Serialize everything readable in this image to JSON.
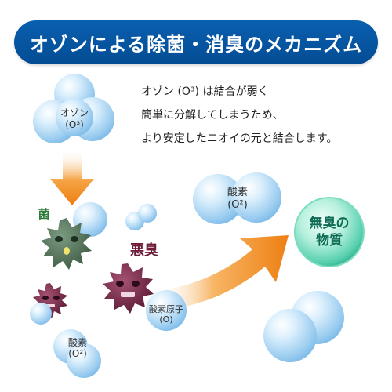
{
  "title": "オゾンによる除菌・消臭のメカニズム",
  "description": [
    "オゾン (O³) は結合が弱く",
    "簡単に分解してしまうため、",
    "より安定したニオイの元と結合します。"
  ],
  "labels": {
    "ozone_line1": "オゾン",
    "ozone_line2": "(O³)",
    "germ": "菌",
    "bad_odor": "悪臭",
    "oxygen_atom_line1": "酸素原子",
    "oxygen_atom_line2": "(O)",
    "oxygen_mid_line1": "酸素",
    "oxygen_mid_line2": "(O²)",
    "oxygen_low_line1": "酸素",
    "oxygen_low_line2": "(O²)",
    "result_line1": "無臭の",
    "result_line2": "物質"
  },
  "colors": {
    "banner": "#0a5fb0",
    "bubble": "#a9d4f2",
    "arrow": "#f08a1e",
    "germ": "#4f6f55",
    "odor": "#7a2a45",
    "result": "#5fd7b5"
  }
}
